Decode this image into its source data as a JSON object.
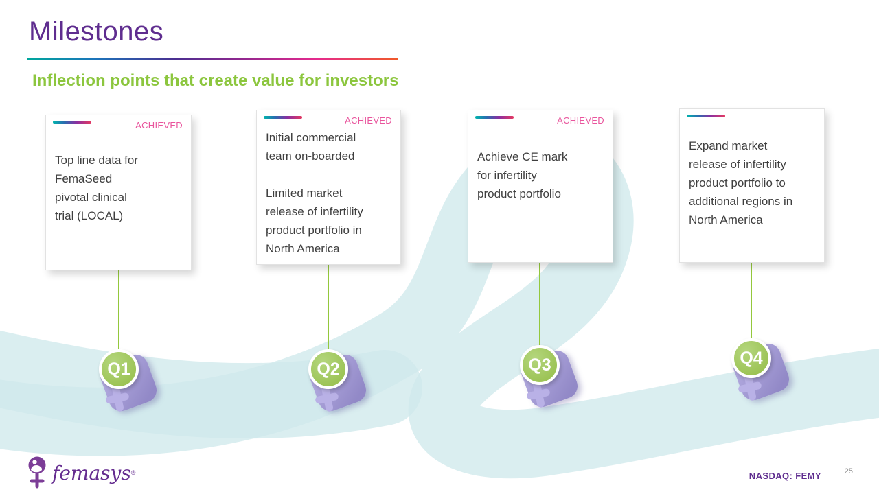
{
  "header": {
    "title": "Milestones",
    "subtitle": "Inflection points that create value for investors"
  },
  "milestones": [
    {
      "quarter": "Q1",
      "status": "ACHIEVED",
      "paragraphs": [
        [
          "Top line data for",
          "FemaSeed",
          "pivotal clinical",
          "trial (LOCAL)"
        ]
      ]
    },
    {
      "quarter": "Q2",
      "status": "ACHIEVED",
      "paragraphs": [
        [
          "Initial commercial",
          "team on-boarded"
        ],
        [
          "Limited market",
          "release of infertility",
          "product portfolio in",
          "North America"
        ]
      ]
    },
    {
      "quarter": "Q3",
      "status": "ACHIEVED",
      "paragraphs": [
        [
          "Achieve CE mark",
          "for infertility",
          "product portfolio"
        ]
      ]
    },
    {
      "quarter": "Q4",
      "paragraphs": [
        [
          "Expand market",
          "release of infertility",
          "product portfolio to",
          "additional regions in",
          "North America"
        ]
      ]
    }
  ],
  "footer": {
    "logo_text": "femasys",
    "logo_reg": "®",
    "ticker": "NASDAQ: FEMY",
    "page_number": "25"
  },
  "colors": {
    "title_purple": "#5f2d8f",
    "subtitle_green": "#8cc63e",
    "achieved_pink": "#e9559d",
    "ribbon_teal": "#cfe9ec",
    "marker_green": "#9cc355",
    "symbol_purple": "#a49bd4"
  }
}
